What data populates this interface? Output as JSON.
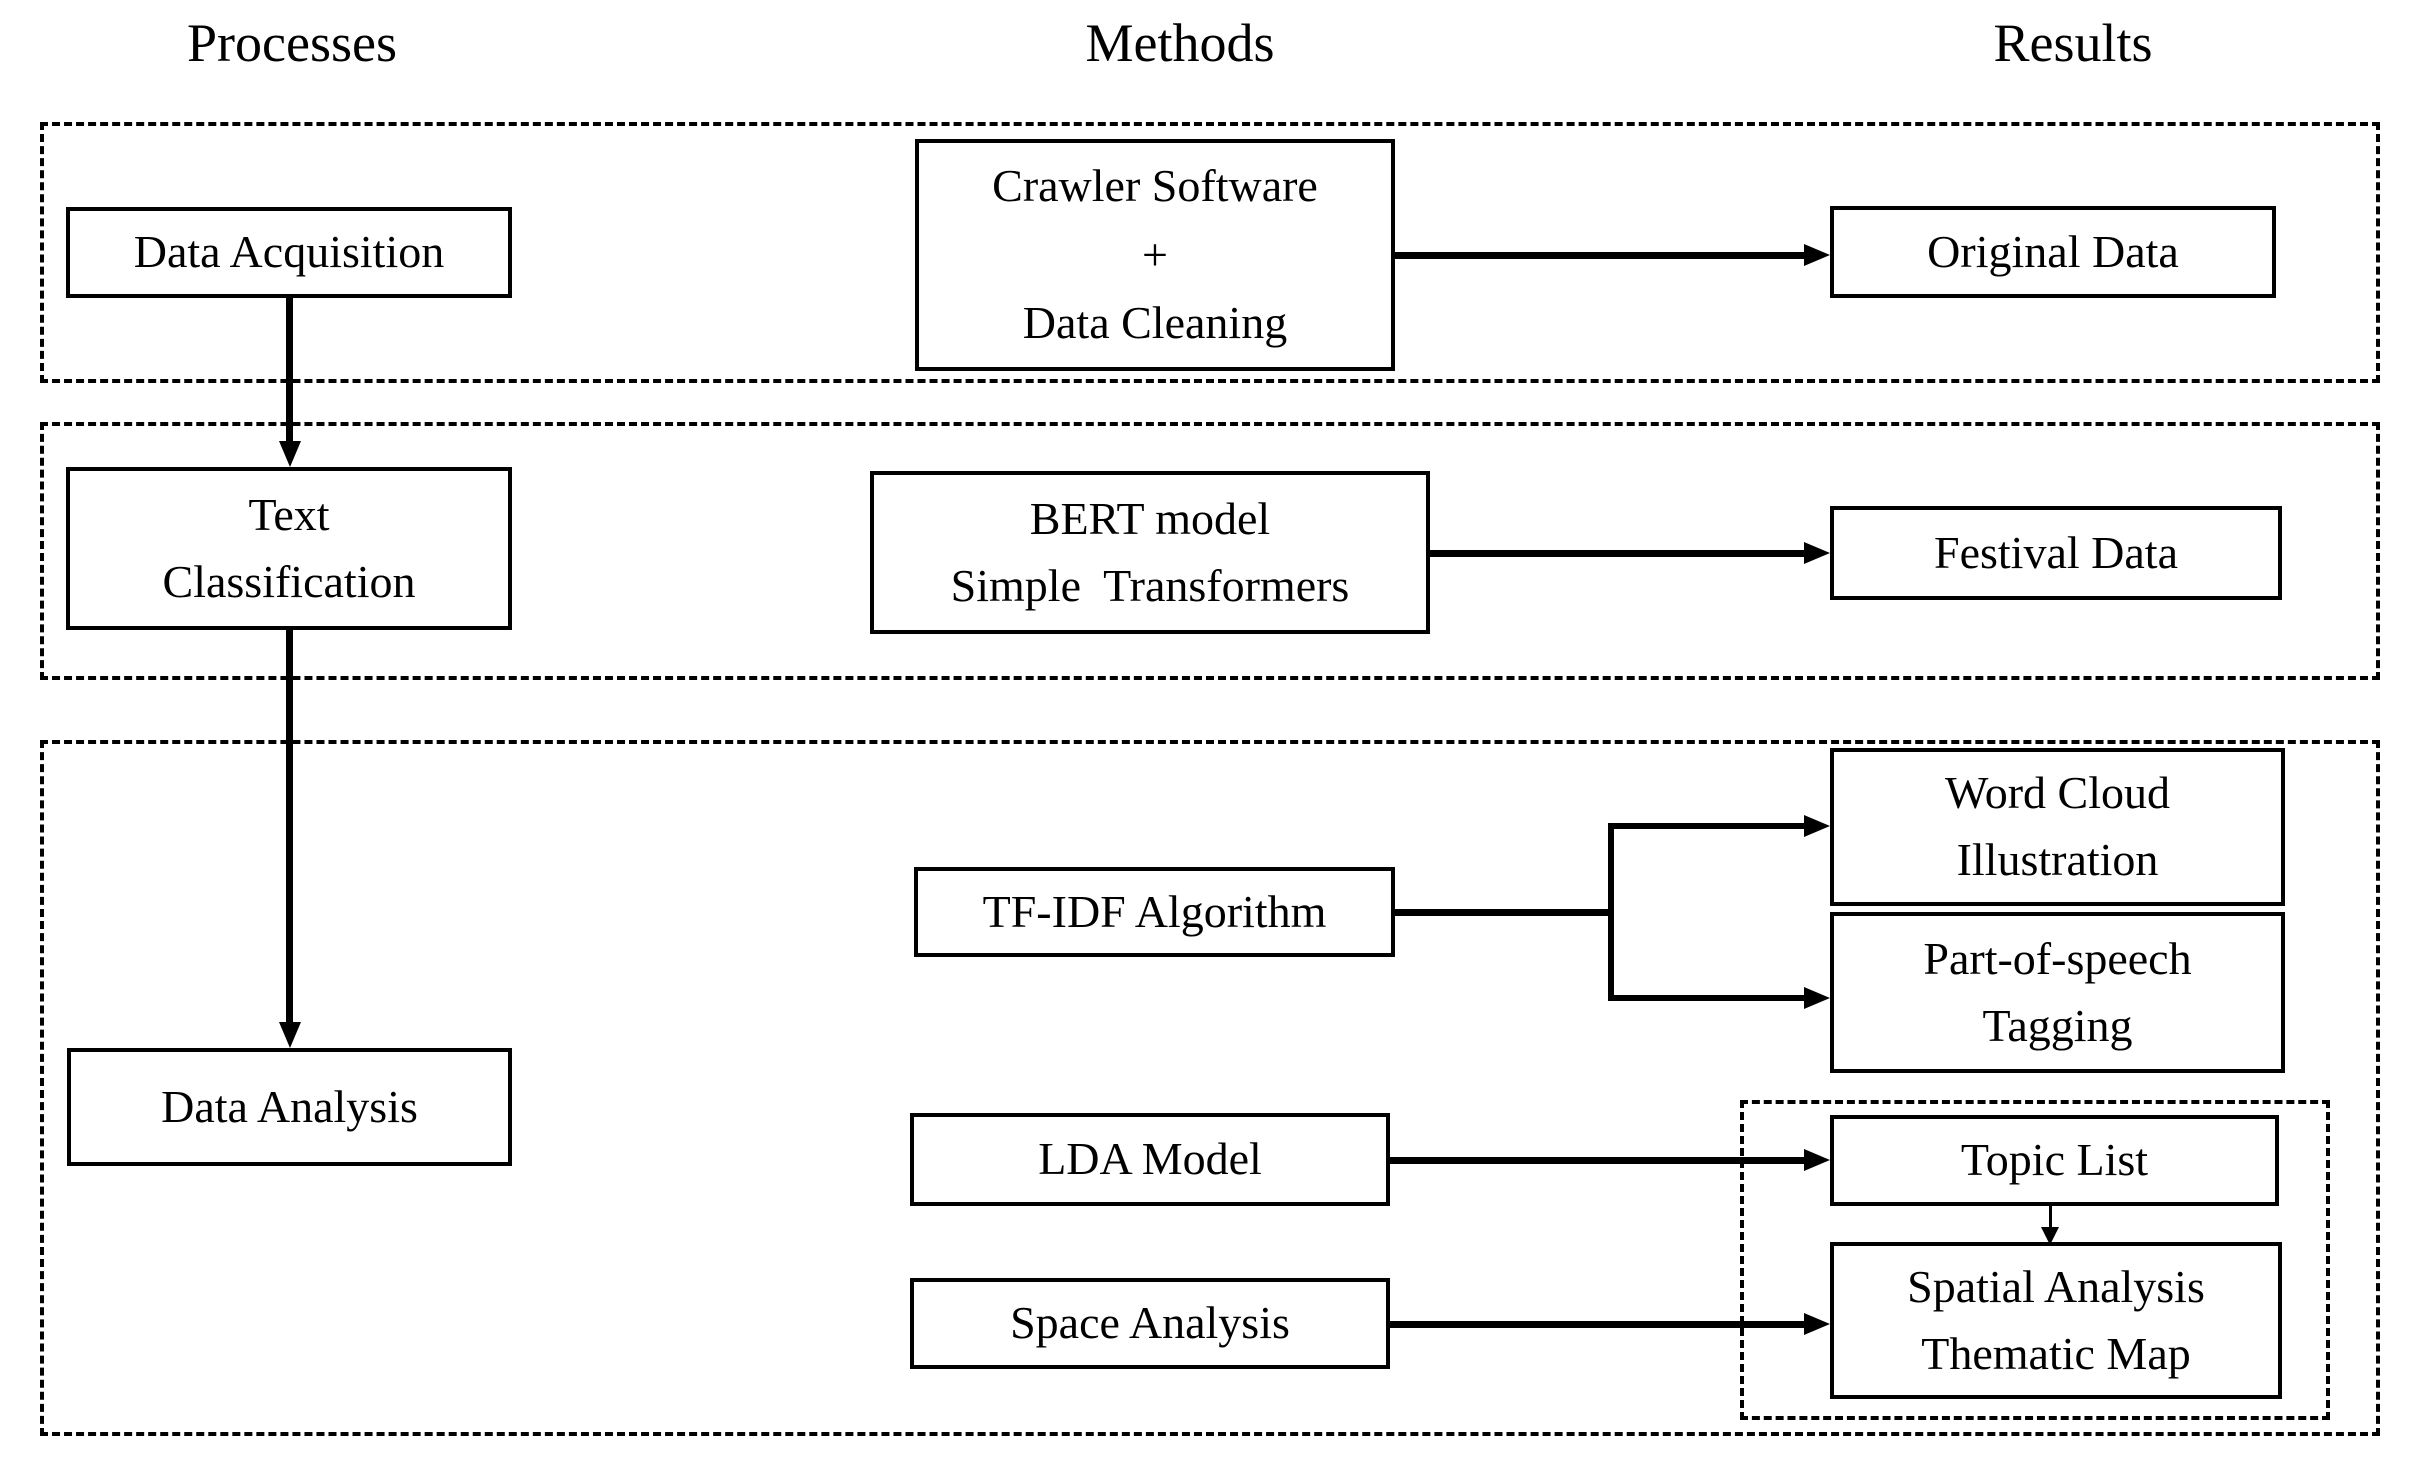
{
  "headings": {
    "processes": "Processes",
    "methods": "Methods",
    "results": "Results"
  },
  "boxes": {
    "data_acquisition": {
      "label": "Data Acquisition"
    },
    "crawler_software": {
      "line1": "Crawler Software",
      "line2": "+",
      "line3": "Data Cleaning"
    },
    "original_data": {
      "label": "Original Data"
    },
    "text_classification": {
      "line1": "Text",
      "line2": "Classification"
    },
    "bert_model": {
      "line1": "BERT model",
      "line2": "Simple  Transformers"
    },
    "festival_data": {
      "label": "Festival Data"
    },
    "tf_idf": {
      "label": "TF-IDF Algorithm"
    },
    "word_cloud": {
      "line1": "Word Cloud",
      "line2": "Illustration"
    },
    "part_of_speech": {
      "line1": "Part-of-speech",
      "line2": "Tagging"
    },
    "data_analysis": {
      "label": "Data Analysis"
    },
    "lda_model": {
      "label": "LDA Model"
    },
    "topic_list": {
      "label": "Topic List"
    },
    "space_analysis": {
      "label": "Space Analysis"
    },
    "spatial_analysis": {
      "line1": "Spatial Analysis",
      "line2": "Thematic Map"
    }
  },
  "colors": {
    "line": "#000000",
    "background": "#ffffff"
  }
}
